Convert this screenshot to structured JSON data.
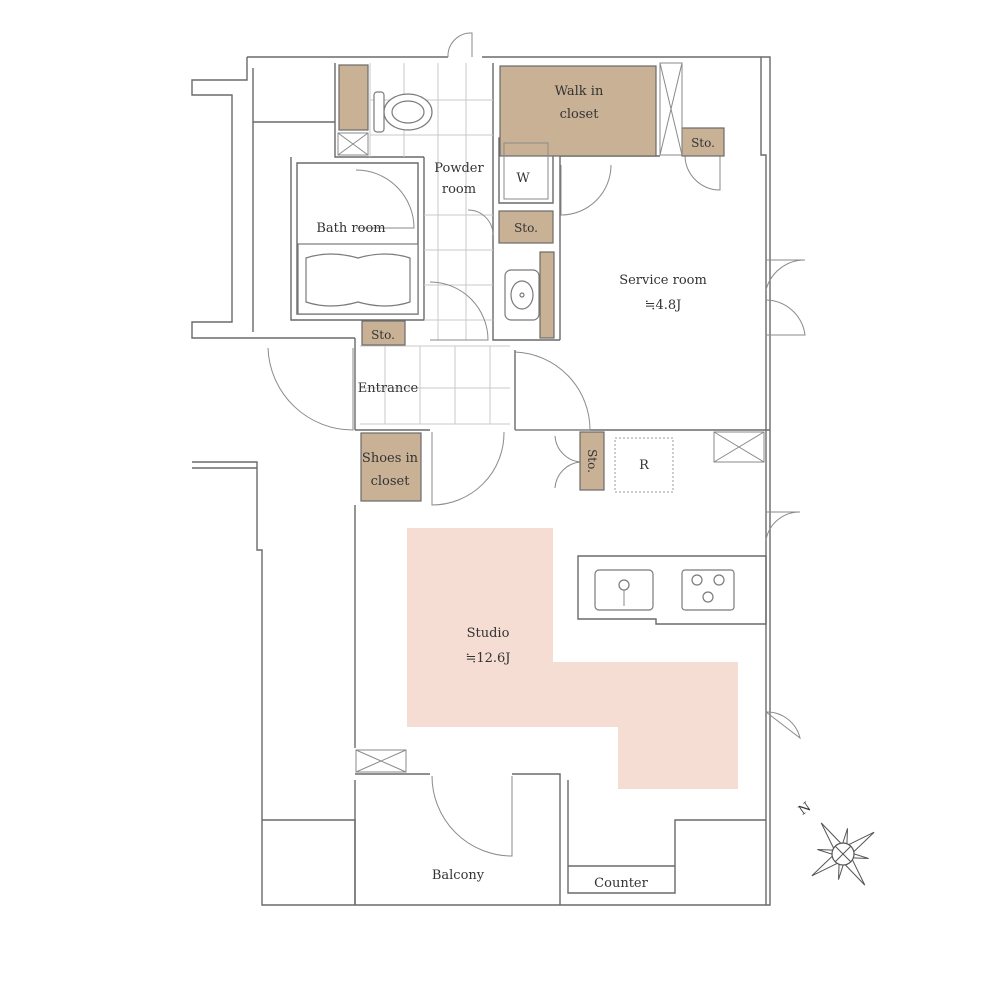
{
  "labels": {
    "walk_in_closet": [
      "Walk in",
      "closet"
    ],
    "sto": "Sto.",
    "powder_room": [
      "Powder",
      "room"
    ],
    "w": "W",
    "bath_room": "Bath room",
    "service_room": [
      "Service room",
      "≒4.8J"
    ],
    "entrance": "Entrance",
    "shoes_in_closet": [
      "Shoes in",
      "closet"
    ],
    "r": "R",
    "studio": [
      "Studio",
      "≒12.6J"
    ],
    "balcony": "Balcony",
    "counter": "Counter",
    "north": "N"
  },
  "colors": {
    "closet": "#c9b196",
    "studio_floor": "#f5ddd3",
    "wall": "#6a6a6a"
  }
}
